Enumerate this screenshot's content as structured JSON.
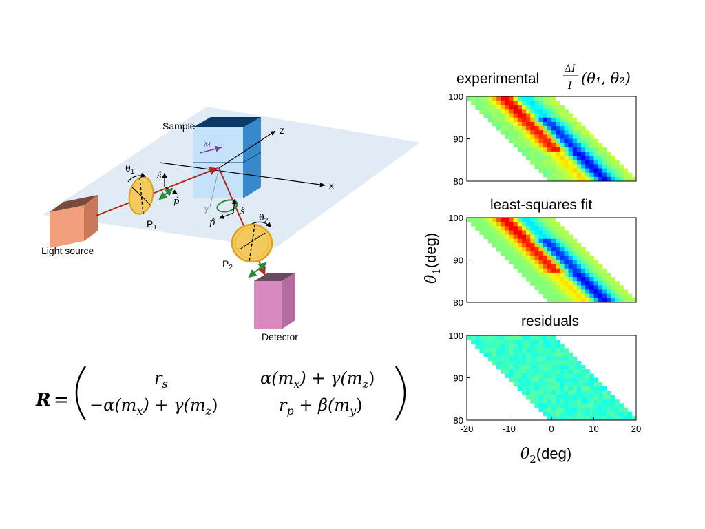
{
  "diagram": {
    "sample_label": "Sample",
    "light_source_label": "Light source",
    "detector_label": "Detector",
    "axis_x": "x",
    "axis_y": "y",
    "axis_z": "z",
    "p1_label": "P",
    "p1_sub": "1",
    "p2_label": "P",
    "p2_sub": "2",
    "theta1": "θ",
    "theta1_sub": "1",
    "theta2": "θ",
    "theta2_sub": "2",
    "s_hat": "ŝ",
    "p_hat": "p̂",
    "m_vec": "M",
    "colors": {
      "plane": "#dbe7f5",
      "cube_front": "#bfe0fb",
      "cube_top": "#0c3a66",
      "cube_side": "#1a78c4",
      "beam": "#b3261e",
      "polarizer": "#f4c95d",
      "polarizer_edge": "#d9a21e",
      "light_source": "#f2a07b",
      "detector": "#d889c0",
      "detector_top": "#6b4a5e",
      "green_arrow": "#2e8b3a",
      "m_arrow": "#7b3fa0"
    }
  },
  "equation": {
    "lhs": "R",
    "eq": "=",
    "m11": "r",
    "m11_sub": "s",
    "m12": "α(m",
    "m12_sub": "x",
    "m12_tail": ") + γ(m",
    "m12_sub2": "z",
    "m12_end": ")",
    "m21": "−α(m",
    "m21_sub": "x",
    "m21_tail": ") + γ(m",
    "m21_sub2": "z",
    "m21_end": ")",
    "m22": "r",
    "m22_sub": "p",
    "m22_tail": " + β(m",
    "m22_sub2": "y",
    "m22_end": ")"
  },
  "chart_data": [
    {
      "type": "heatmap",
      "title_prefix": "experimental ",
      "title_frac_num": "ΔI",
      "title_frac_den": "I",
      "title_suffix": "(θ₁, θ₂)",
      "xlim": [
        -20,
        20
      ],
      "ylim": [
        80,
        100
      ],
      "yticks": [
        "100",
        "90",
        "80"
      ],
      "xticks": [],
      "variant": "experimental"
    },
    {
      "type": "heatmap",
      "title": "least-squares fit",
      "xlim": [
        -20,
        20
      ],
      "ylim": [
        80,
        100
      ],
      "yticks": [
        "100",
        "90",
        "80"
      ],
      "xticks": [],
      "variant": "fit"
    },
    {
      "type": "heatmap",
      "title": "residuals",
      "xlim": [
        -20,
        20
      ],
      "ylim": [
        80,
        100
      ],
      "yticks": [
        "100",
        "90",
        "80"
      ],
      "xticks": [
        "-20",
        "-10",
        "0",
        "10",
        "20"
      ],
      "variant": "residual"
    }
  ],
  "axes": {
    "ylabel_main": "θ",
    "ylabel_sub": "1",
    "ylabel_unit": "(deg)",
    "xlabel_main": "θ",
    "xlabel_sub": "2",
    "xlabel_unit": "(deg)"
  }
}
